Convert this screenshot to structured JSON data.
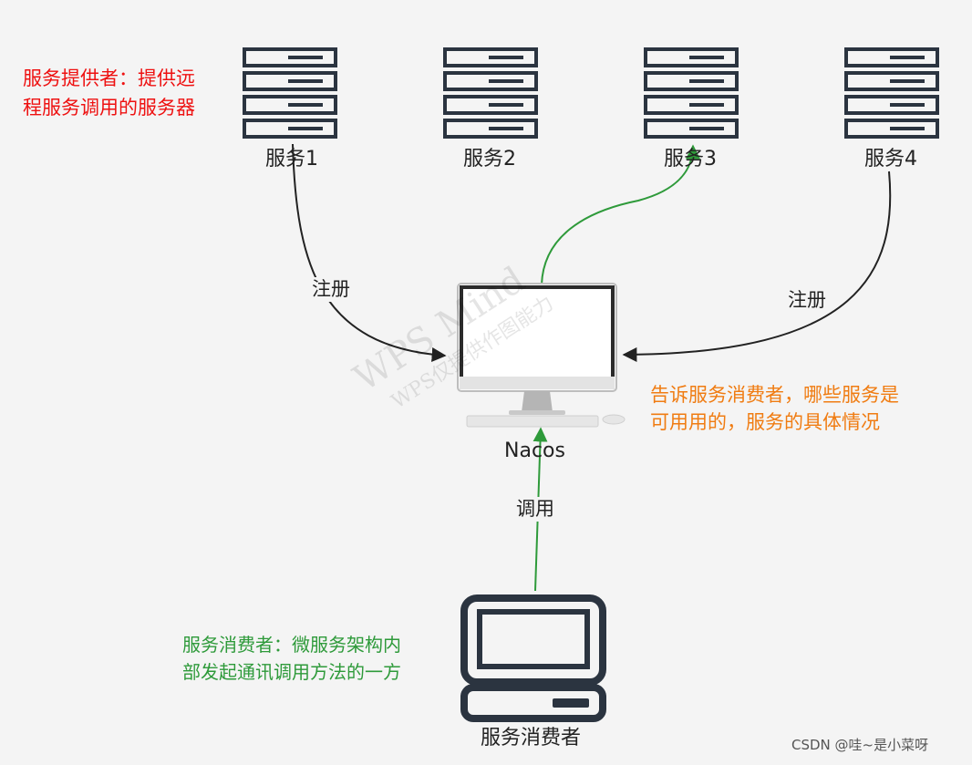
{
  "services": [
    {
      "label": "服务1"
    },
    {
      "label": "服务2"
    },
    {
      "label": "服务3"
    },
    {
      "label": "服务4"
    }
  ],
  "provider_note": {
    "line1": "服务提供者：提供远",
    "line2": "程服务调用的服务器"
  },
  "register_label_left": "注册",
  "register_label_right": "注册",
  "nacos": {
    "label": "Nacos"
  },
  "nacos_note": {
    "line1": "告诉服务消费者，哪些服务是",
    "line2": "可用用的，服务的具体情况"
  },
  "call_label": "调用",
  "consumer": {
    "label": "服务消费者"
  },
  "consumer_note": {
    "line1": "服务消费者：微服务架构内",
    "line2": "部发起通讯调用方法的一方"
  },
  "watermark": {
    "line1": "WPS Mind",
    "line2": "WPS仅提供作图能力"
  },
  "csdn_mark": "CSDN @哇~是小菜呀",
  "colors": {
    "red": "#ee1111",
    "orange": "#f07c12",
    "green": "#2e9a3a",
    "server": "#2b3440"
  }
}
